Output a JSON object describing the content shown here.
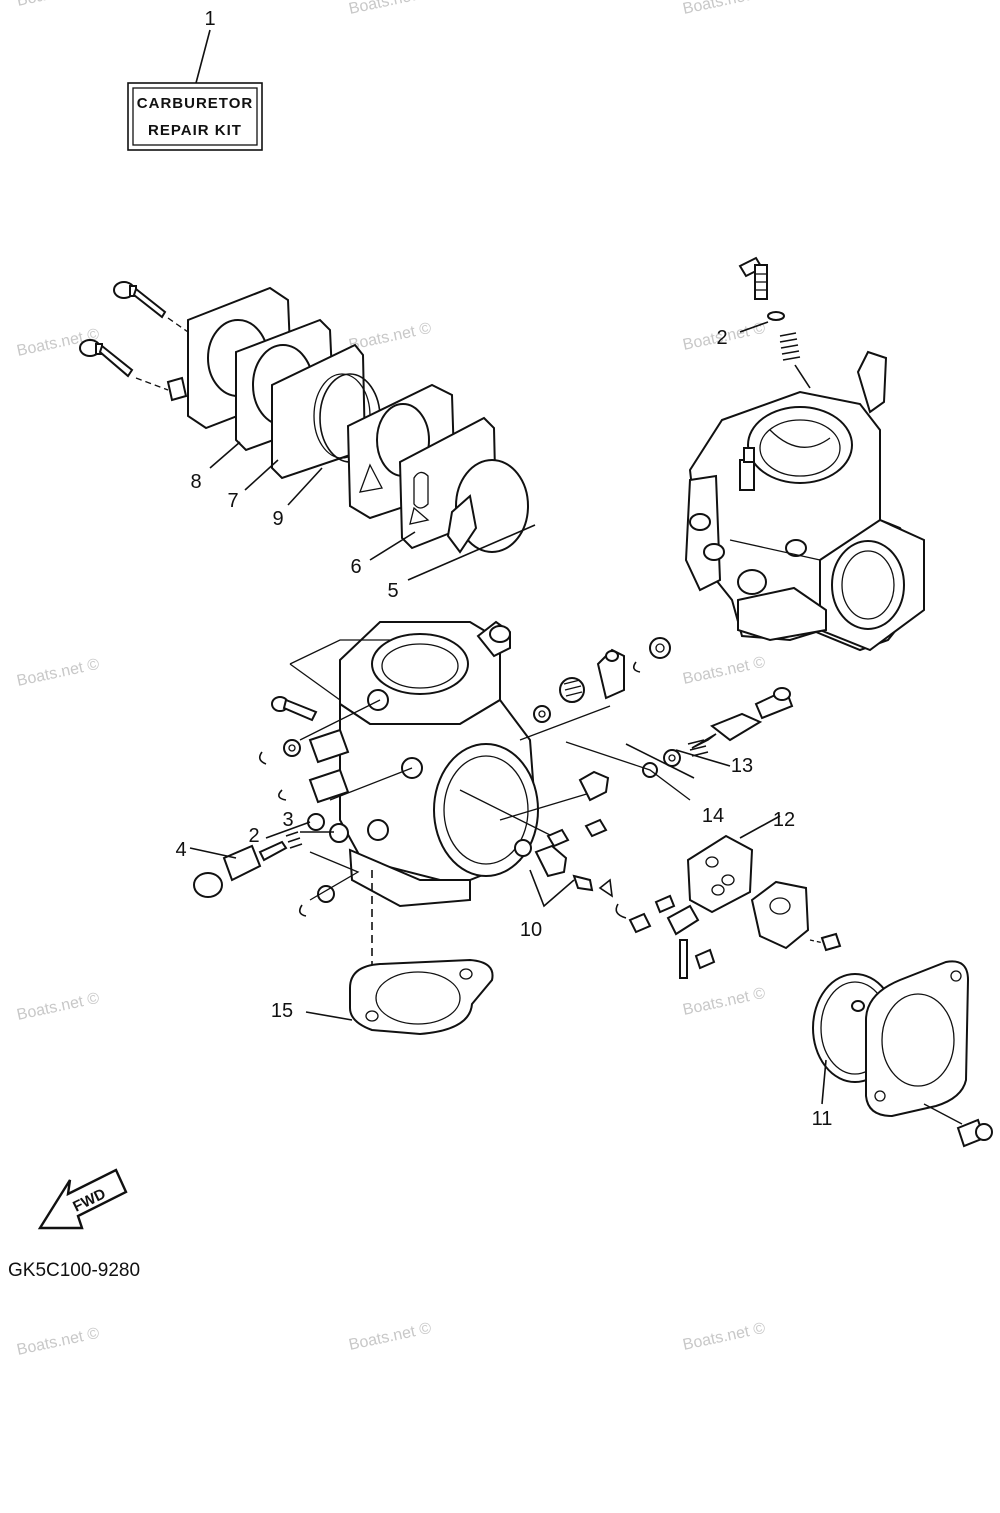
{
  "kit_label": {
    "line1": "CARBURETOR",
    "line2": "REPAIR  KIT"
  },
  "callouts": {
    "c1": "1",
    "c2a": "2",
    "c2b": "2",
    "c3": "3",
    "c4": "4",
    "c5": "5",
    "c6": "6",
    "c7": "7",
    "c8": "8",
    "c9": "9",
    "c10": "10",
    "c11": "11",
    "c12": "12",
    "c13": "13",
    "c14": "14",
    "c15": "15"
  },
  "fwd_label": "FWD",
  "diagram_code": "GK5C100-9280",
  "watermark": "Boats.net ©"
}
